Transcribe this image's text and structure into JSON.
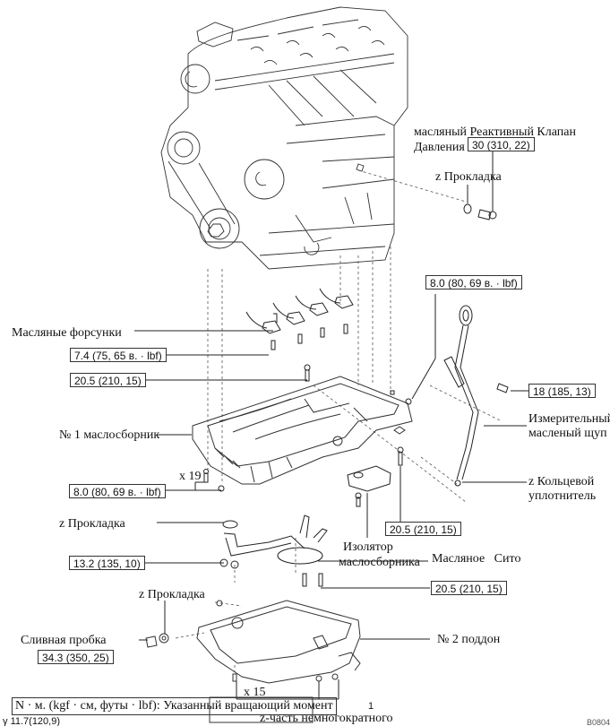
{
  "diagram": {
    "id_code": "B0804",
    "labels": {
      "relief_valve_line1": "масляный Реактивный Клапан",
      "relief_valve_line2": "Давления",
      "gasket_top": "z Прокладка",
      "oil_nozzles": "Масляные форсунки",
      "oil_pan_1": "№ 1 маслосборник",
      "count_19": "x 19",
      "gasket_mid": "z Прокладка",
      "dipstick": "Измерительный масленый щуп",
      "o_ring": "z Кольцевой уплотнитель",
      "insulator_line1": "Изолятор",
      "insulator_line2": "маслосборника",
      "oil_strainer": "Масляное   Сито",
      "gasket_bottom": "z Прокладка",
      "drain_plug": "Сливная пробка",
      "oil_pan_2": "№ 2 поддон",
      "count_15": "x 15"
    },
    "torques": {
      "relief_valve": "30 (310, 22)",
      "nozzle_bolt": "7.4 (75, 65 в. · lbf)",
      "pan_bolt_top": "20.5 (210, 15)",
      "dipstick_guide": "8.0 (80, 69 в. · lbf)",
      "dipstick_bolt": "18 (185, 13)",
      "pan1_bolts": "8.0 (80, 69 в. · lbf)",
      "insulator_bolt": "20.5 (210, 15)",
      "strainer_nuts": "13.2 (135, 10)",
      "strainer_bolts": "20.5 (210, 15)",
      "drain_plug": "34.3 (350, 25)",
      "pan2_bottom": "11.7(120,9)"
    },
    "legend": {
      "torque_units": "N · м. (kgf · см, футы · lbf): Указанный вращающий момент",
      "torque_number": "1",
      "non_reusable": "z-часть немногократного"
    },
    "partial_prefix": "γ"
  }
}
